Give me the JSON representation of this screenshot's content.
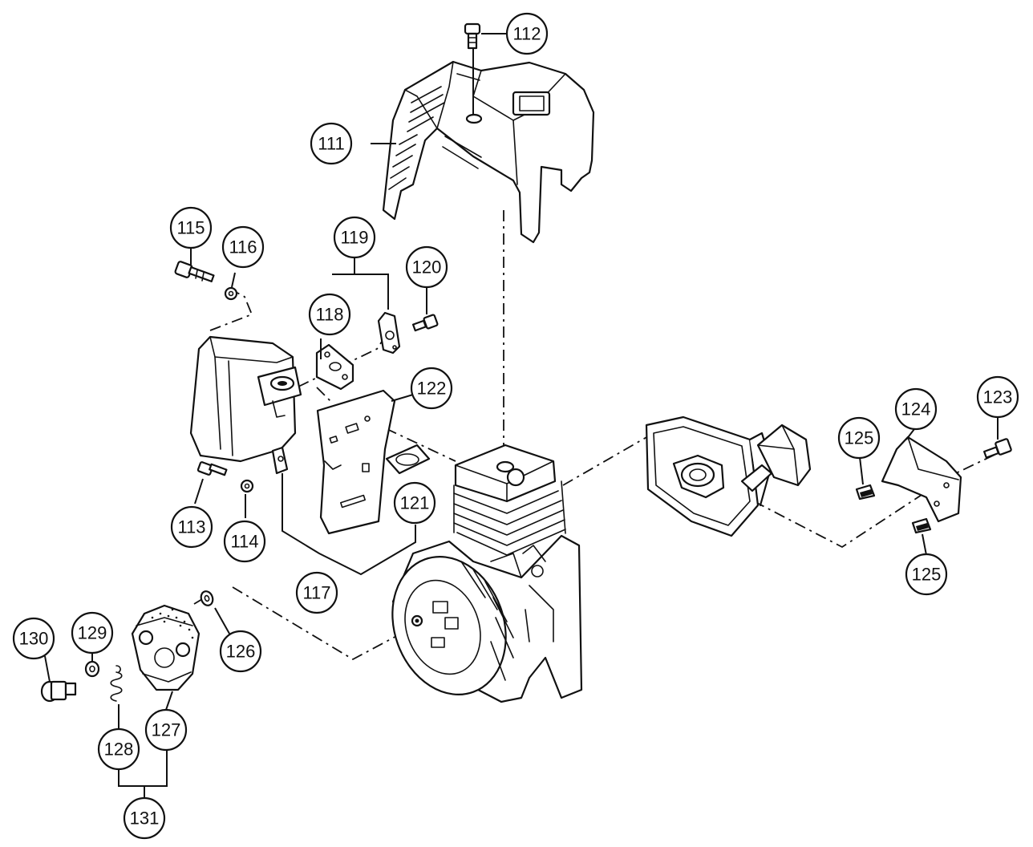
{
  "callouts": [
    {
      "id": "c111",
      "number": "111"
    },
    {
      "id": "c112",
      "number": "112"
    },
    {
      "id": "c113",
      "number": "113"
    },
    {
      "id": "c114",
      "number": "114"
    },
    {
      "id": "c115",
      "number": "115"
    },
    {
      "id": "c116",
      "number": "116"
    },
    {
      "id": "c117",
      "number": "117"
    },
    {
      "id": "c118",
      "number": "118"
    },
    {
      "id": "c119",
      "number": "119"
    },
    {
      "id": "c120",
      "number": "120"
    },
    {
      "id": "c121",
      "number": "121"
    },
    {
      "id": "c122",
      "number": "122"
    },
    {
      "id": "c123",
      "number": "123"
    },
    {
      "id": "c124",
      "number": "124"
    },
    {
      "id": "c125a",
      "number": "125"
    },
    {
      "id": "c125b",
      "number": "125"
    },
    {
      "id": "c126",
      "number": "126"
    },
    {
      "id": "c127",
      "number": "127"
    },
    {
      "id": "c128",
      "number": "128"
    },
    {
      "id": "c129",
      "number": "129"
    },
    {
      "id": "c130",
      "number": "130"
    },
    {
      "id": "c131",
      "number": "131"
    }
  ]
}
